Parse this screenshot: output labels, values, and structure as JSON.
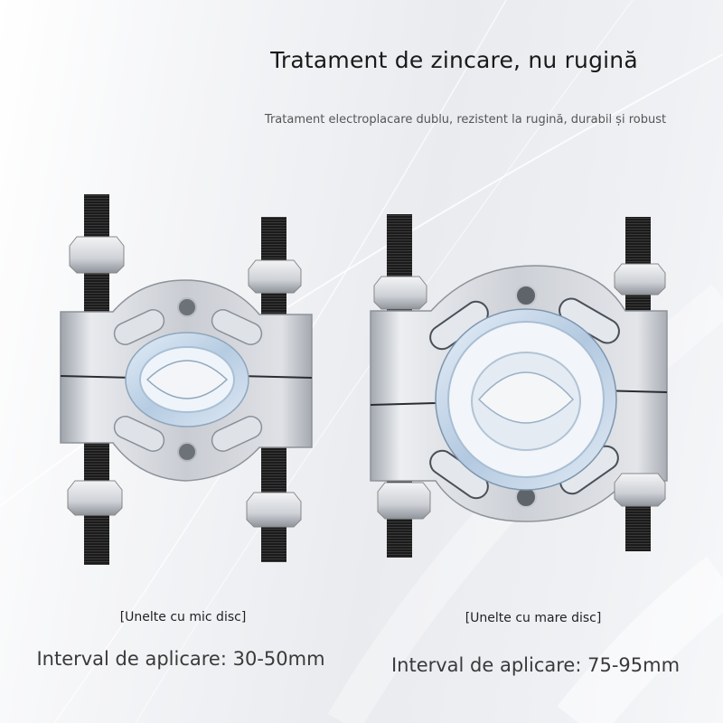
{
  "header": {
    "title": "Tratament de zincare, nu rugină",
    "subtitle": "Tratament electroplacare dublu, rezistent la rugină, durabil și robust"
  },
  "products": [
    {
      "name": "small-disc-tool",
      "caption": "[Unelte cu mic disc]",
      "range": "Interval de aplicare: 30-50mm"
    },
    {
      "name": "large-disc-tool",
      "caption": "[Unelte cu mare disc]",
      "range": "Interval de aplicare: 75-95mm"
    }
  ],
  "colors": {
    "background": "#eceef1",
    "title": "#1a1a1a",
    "subtitle": "#555555",
    "metal": "#c9ccd2",
    "disc": "#b9d0e6",
    "bolt": "#1b1b1b"
  }
}
